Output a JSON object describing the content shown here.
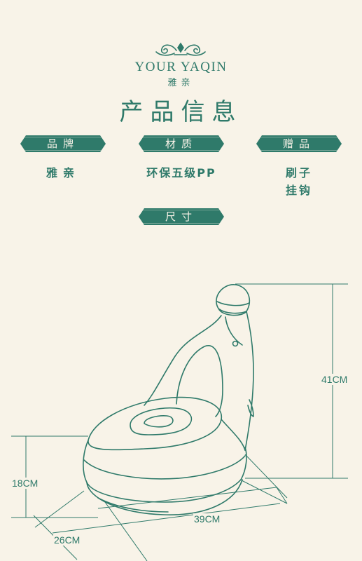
{
  "header": {
    "brand_en": "YOUR YAQIN",
    "brand_cn": "雅亲",
    "title": "产品信息"
  },
  "info": [
    {
      "label": "品牌",
      "values": [
        "雅亲"
      ]
    },
    {
      "label": "材质",
      "values": [
        "环保五级PP"
      ]
    },
    {
      "label": "赠品",
      "values": [
        "刷子",
        "挂钩"
      ]
    }
  ],
  "size": {
    "label": "尺寸",
    "height": "41CM",
    "seat_height": "18CM",
    "length": "39CM",
    "width": "26CM"
  },
  "colors": {
    "accent": "#2f7a6a",
    "background": "#f8f3e8"
  }
}
